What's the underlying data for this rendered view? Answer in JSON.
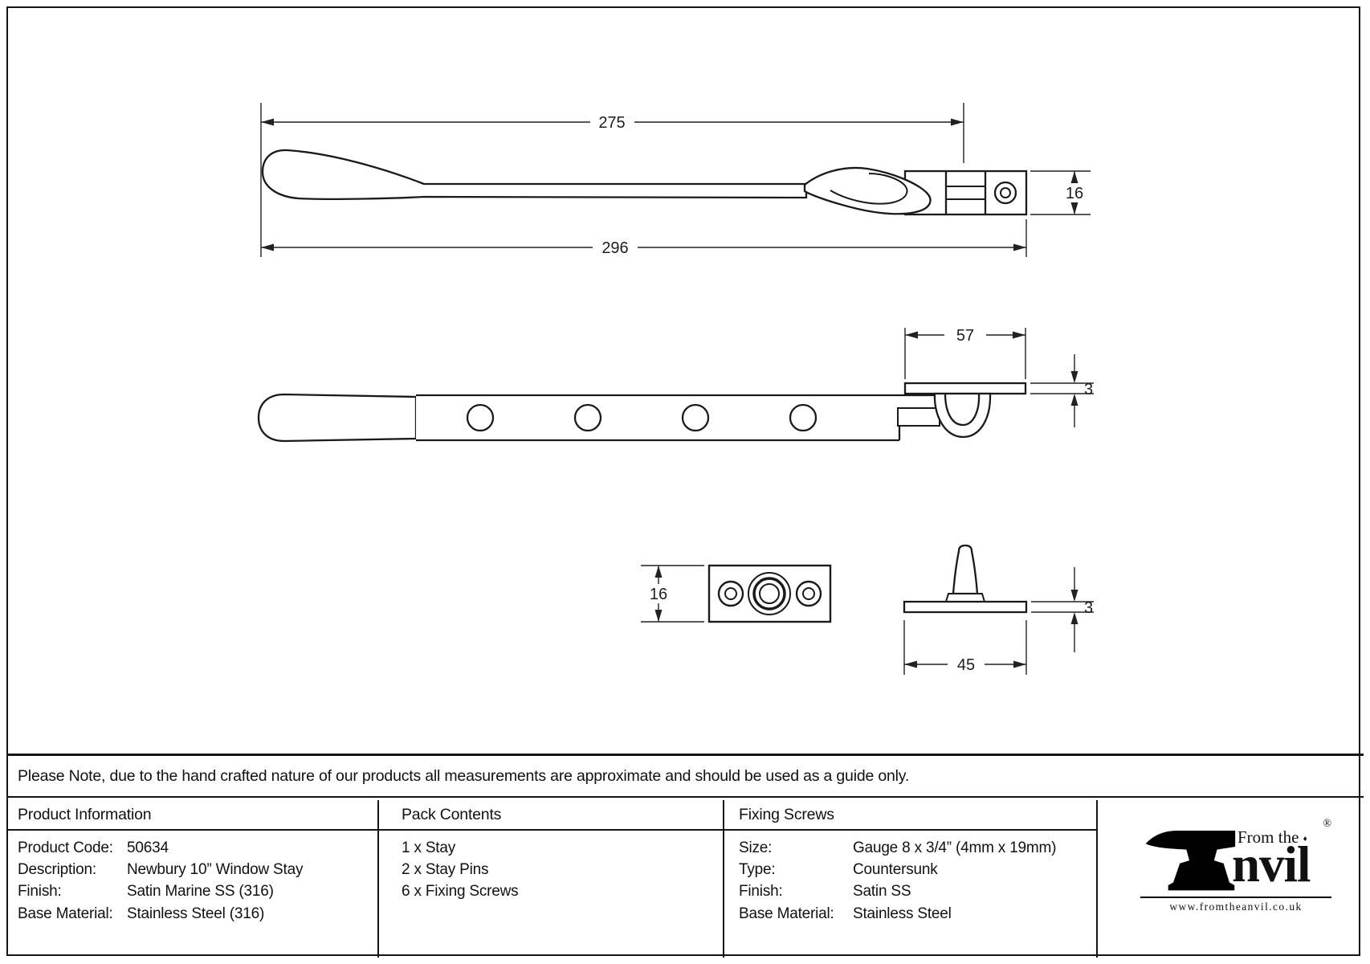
{
  "note": "Please Note, due to the hand crafted nature of our products all measurements are approximate and should be used as a guide only.",
  "table": {
    "product_information": {
      "header": "Product Information",
      "rows": [
        {
          "label": "Product Code:",
          "value": "50634"
        },
        {
          "label": "Description:",
          "value": "Newbury 10” Window Stay"
        },
        {
          "label": "Finish:",
          "value": "Satin Marine SS (316)"
        },
        {
          "label": "Base Material:",
          "value": "Stainless Steel (316)"
        }
      ]
    },
    "pack_contents": {
      "header": "Pack Contents",
      "items": [
        "1 x Stay",
        "2 x Stay Pins",
        "6 x Fixing Screws"
      ]
    },
    "fixing_screws": {
      "header": "Fixing Screws",
      "rows": [
        {
          "label": "Size:",
          "value": "Gauge 8 x 3/4” (4mm x 19mm)"
        },
        {
          "label": "Type:",
          "value": "Countersunk"
        },
        {
          "label": "Finish:",
          "value": "Satin SS"
        },
        {
          "label": "Base Material:",
          "value": "Stainless Steel"
        }
      ]
    }
  },
  "logo": {
    "prefix": "From the",
    "diamond": "♦",
    "brand_suffix": "nvil",
    "registered": "®",
    "website": "www.fromtheanvil.co.uk"
  },
  "diagram": {
    "dimensions": {
      "side_length_to_pivot": "275",
      "side_overall_length": "296",
      "side_bracket_height": "16",
      "plan_plate_length": "57",
      "plan_plate_thickness": "3",
      "keeper_plate_height": "16",
      "pin_base_thickness": "3",
      "pin_base_length": "45"
    }
  }
}
